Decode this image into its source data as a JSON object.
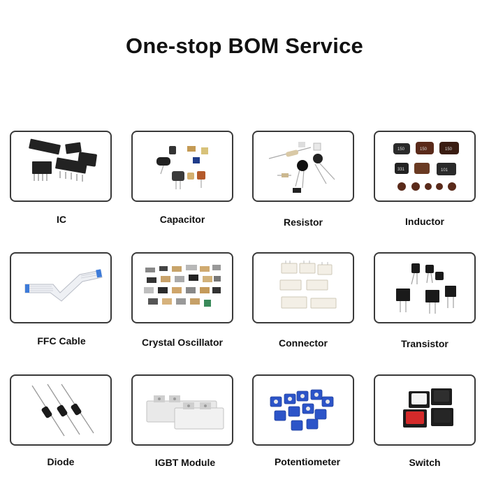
{
  "title": "One-stop BOM Service",
  "categories": [
    {
      "label": "IC",
      "icon": "ic-chip-icon"
    },
    {
      "label": "Capacitor",
      "icon": "capacitor-icon"
    },
    {
      "label": "Resistor",
      "icon": "resistor-icon"
    },
    {
      "label": "Inductor",
      "icon": "inductor-icon"
    },
    {
      "label": "FFC Cable",
      "icon": "ffc-cable-icon"
    },
    {
      "label": "Crystal Oscillator",
      "icon": "crystal-oscillator-icon"
    },
    {
      "label": "Connector",
      "icon": "connector-icon"
    },
    {
      "label": "Transistor",
      "icon": "transistor-icon"
    },
    {
      "label": "Diode",
      "icon": "diode-icon"
    },
    {
      "label": "IGBT Module",
      "icon": "igbt-module-icon"
    },
    {
      "label": "Potentiometer",
      "icon": "potentiometer-icon"
    },
    {
      "label": "Switch",
      "icon": "switch-icon"
    }
  ]
}
